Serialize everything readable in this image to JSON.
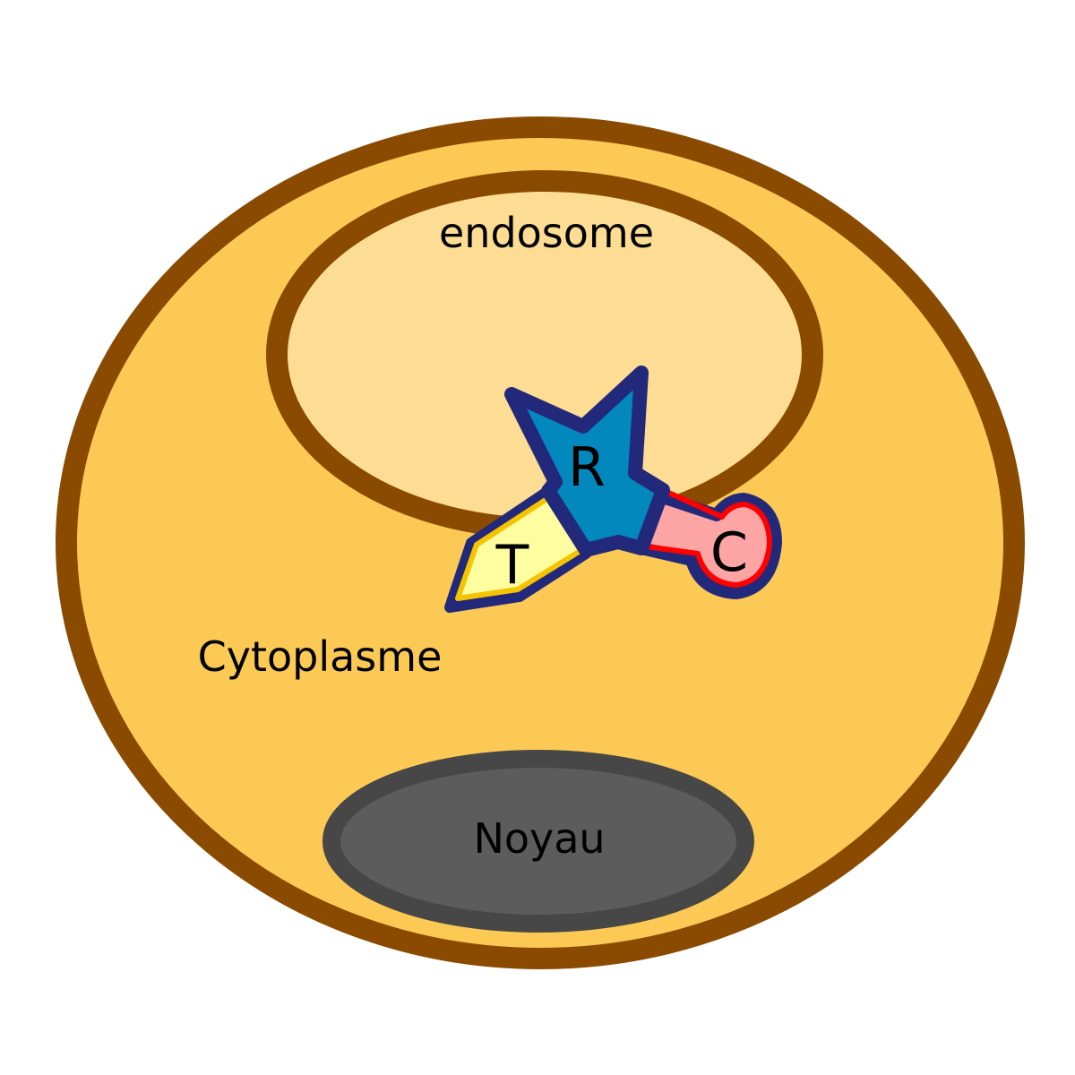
{
  "labels": {
    "endosome": "endosome",
    "cytoplasm": "Cytoplasme",
    "nucleus": "Noyau",
    "receptor": "R",
    "toxin": "T",
    "complex": "C"
  },
  "colors": {
    "background": "#ffffff",
    "cell_fill": "#fcc955",
    "cell_border": "#8a4b00",
    "endosome_fill": "#fddd94",
    "endosome_border": "#8a4b00",
    "nucleus_fill": "#5c5c5c",
    "nucleus_border": "#474747",
    "receptor_fill": "#0288bd",
    "receptor_border": "#23297a",
    "toxin_fill": "#fefea0",
    "toxin_edge": "#f5c400",
    "complex_fill": "#fda4a4",
    "complex_edge": "#ff0000"
  }
}
